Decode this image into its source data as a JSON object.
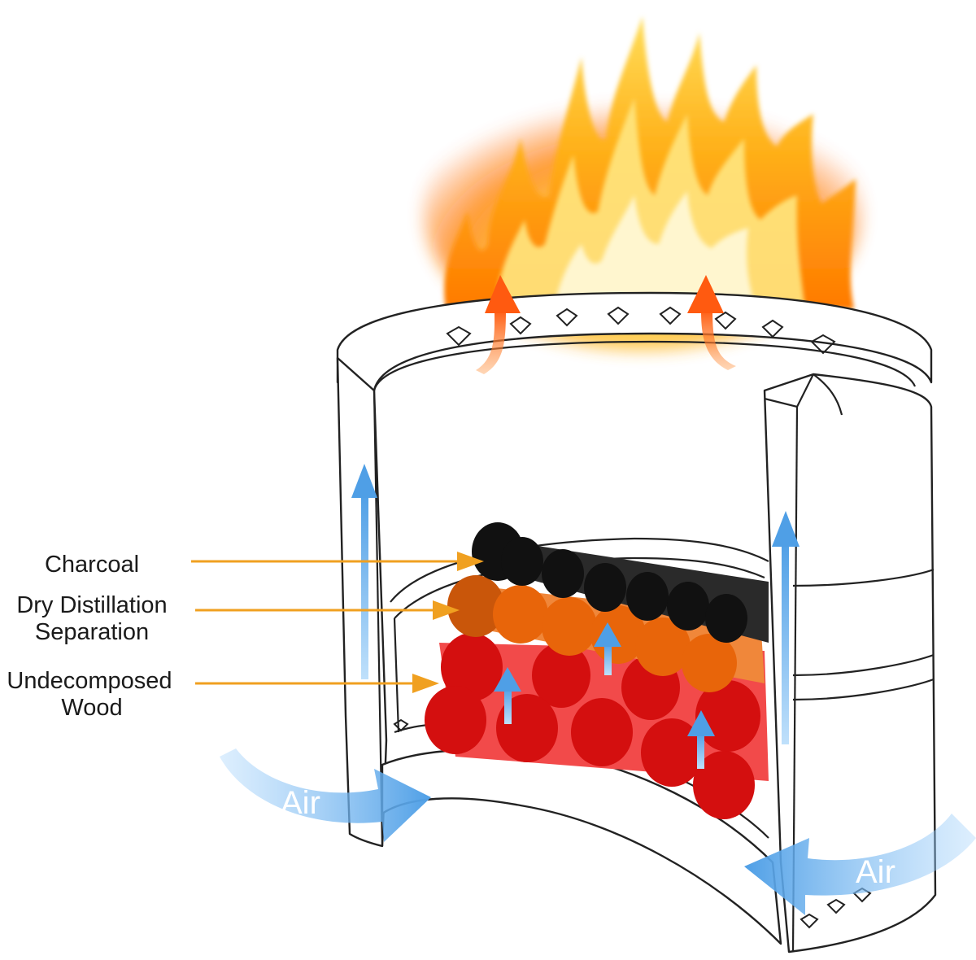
{
  "labels": {
    "charcoal": "Charcoal",
    "dry_distillation_line1": "Dry Distillation",
    "dry_distillation_line2": "Separation",
    "undecomposed_line1": "Undecomposed",
    "undecomposed_line2": "Wood",
    "air_left": "Air",
    "air_right": "Air"
  },
  "colors": {
    "charcoal": "#111111",
    "distillation": "#e8650a",
    "wood": "#d40f0f",
    "wood_side": "#f24a4a",
    "pointer_arrow": "#f0a020",
    "air_arrow": "#5aa8ea",
    "heat_arrow": "#ff6a1a",
    "flame_core": "#fff3b0",
    "flame_outer": "#ff7a10"
  },
  "icons": {
    "air_flow": "curved-arrow-icon",
    "heat_flow": "up-arrow-icon",
    "vents": "diamond-vent-icon",
    "flames": "flame-icon"
  }
}
